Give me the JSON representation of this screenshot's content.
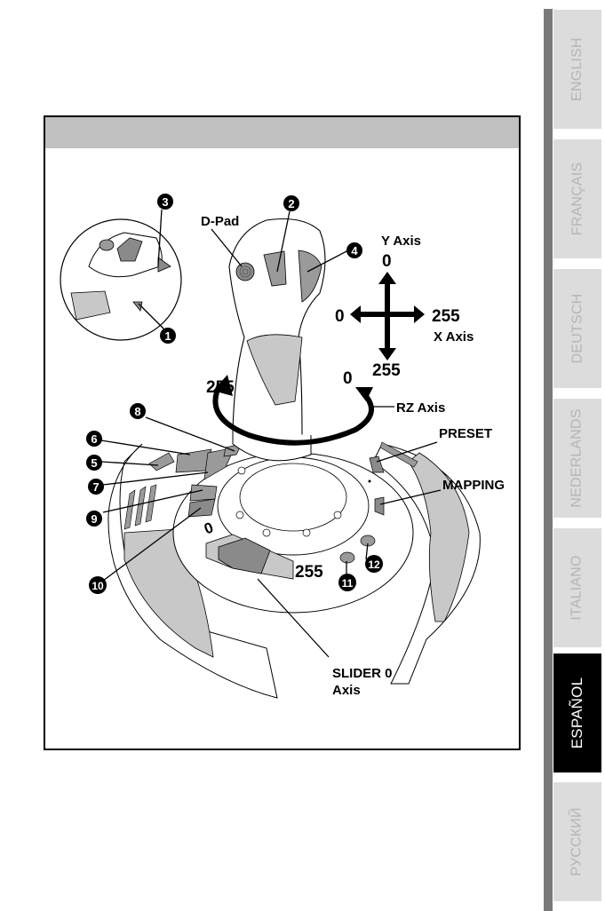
{
  "language_tabs": [
    {
      "label": "ENGLISH",
      "active": false
    },
    {
      "label": "FRANÇAIS",
      "active": false
    },
    {
      "label": "DEUTSCH",
      "active": false
    },
    {
      "label": "NEDERLANDS",
      "active": false
    },
    {
      "label": "ITALIANO",
      "active": false
    },
    {
      "label": "ESPAÑOL",
      "active": true
    },
    {
      "label": "РУССКИЙ",
      "active": false
    }
  ],
  "diagram": {
    "callouts": [
      "1",
      "2",
      "3",
      "4",
      "5",
      "6",
      "7",
      "8",
      "9",
      "10",
      "11",
      "12"
    ],
    "labels": {
      "dpad": "D-Pad",
      "y_axis": "Y Axis",
      "y_min": "0",
      "y_max": "255",
      "x_axis": "X Axis",
      "x_min": "0",
      "x_max": "255",
      "rz_axis": "RZ Axis",
      "rz_min": "0",
      "rz_max": "255",
      "preset": "PRESET",
      "mapping": "MAPPING",
      "slider_min": "0",
      "slider_max": "255",
      "slider_line1": "SLIDER 0",
      "slider_line2": "Axis"
    },
    "colors": {
      "header_gray": "#c0c0c0",
      "button_gray": "#9a9a9a",
      "light_gray": "#c8c8c8",
      "tab_gray": "#dcdcdc",
      "tab_active": "#000000"
    }
  }
}
